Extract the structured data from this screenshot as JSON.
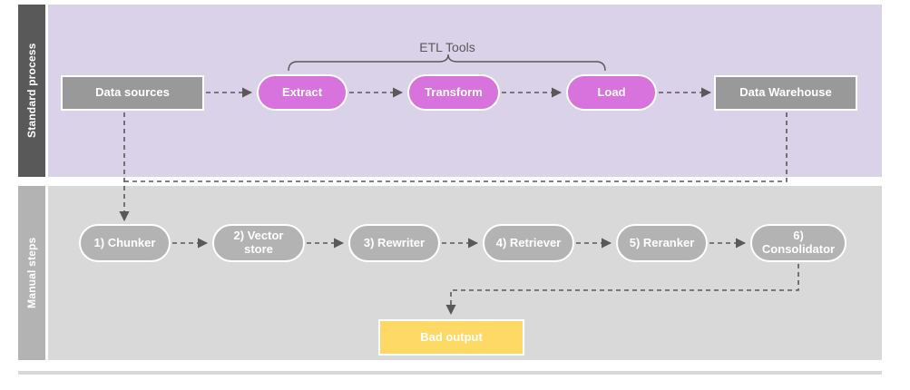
{
  "diagram": {
    "title": "ETL and manual RAG steps flow",
    "colors": {
      "lane_top_header_bg": "#595959",
      "lane_top_bg": "#d9d2e9",
      "lane_bottom_header_bg": "#b3b3b3",
      "lane_bottom_bg": "#d9d9d9",
      "gray_box": "#999999",
      "pink_pill": "#d873dd",
      "gray_pill": "#b3b3b3",
      "yellow_box": "#ffd966",
      "connector": "#595959",
      "node_text": "#ffffff"
    }
  },
  "lanes": [
    {
      "id": "standard-process",
      "label": "Standard process"
    },
    {
      "id": "manual-steps",
      "label": "Manual steps"
    }
  ],
  "annotations": {
    "etl_bracket_label": "ETL Tools"
  },
  "top_lane_nodes": [
    {
      "id": "data-sources",
      "label": "Data sources",
      "shape": "rect",
      "style": "gray"
    },
    {
      "id": "extract",
      "label": "Extract",
      "shape": "pill",
      "style": "pink"
    },
    {
      "id": "transform",
      "label": "Transform",
      "shape": "pill",
      "style": "pink"
    },
    {
      "id": "load",
      "label": "Load",
      "shape": "pill",
      "style": "pink"
    },
    {
      "id": "data-warehouse",
      "label": "Data Warehouse",
      "shape": "rect",
      "style": "gray"
    }
  ],
  "bottom_lane_nodes": [
    {
      "id": "chunker",
      "label": "1) Chunker",
      "shape": "pill",
      "style": "gray-pill"
    },
    {
      "id": "vector-store",
      "label": "2) Vector store",
      "shape": "pill",
      "style": "gray-pill"
    },
    {
      "id": "rewriter",
      "label": "3) Rewriter",
      "shape": "pill",
      "style": "gray-pill"
    },
    {
      "id": "retriever",
      "label": "4) Retriever",
      "shape": "pill",
      "style": "gray-pill"
    },
    {
      "id": "reranker",
      "label": "5) Reranker",
      "shape": "pill",
      "style": "gray-pill"
    },
    {
      "id": "consolidator",
      "label": "6) Consolidator",
      "shape": "pill",
      "style": "gray-pill"
    }
  ],
  "output_nodes": [
    {
      "id": "bad-output",
      "label": "Bad output",
      "shape": "rect",
      "style": "yellow"
    }
  ],
  "connections": [
    {
      "from": "data-sources",
      "to": "extract",
      "style": "dashed-arrow"
    },
    {
      "from": "extract",
      "to": "transform",
      "style": "dashed-arrow"
    },
    {
      "from": "transform",
      "to": "load",
      "style": "dashed-arrow"
    },
    {
      "from": "load",
      "to": "data-warehouse",
      "style": "dashed-arrow"
    },
    {
      "from": "data-sources",
      "to": "chunker",
      "style": "dashed-arrow"
    },
    {
      "from": "chunker",
      "to": "vector-store",
      "style": "dashed-arrow"
    },
    {
      "from": "vector-store",
      "to": "rewriter",
      "style": "dashed-arrow"
    },
    {
      "from": "rewriter",
      "to": "retriever",
      "style": "dashed-arrow"
    },
    {
      "from": "retriever",
      "to": "reranker",
      "style": "dashed-arrow"
    },
    {
      "from": "reranker",
      "to": "consolidator",
      "style": "dashed-arrow"
    },
    {
      "from": "consolidator",
      "to": "bad-output",
      "style": "dashed-arrow"
    },
    {
      "from": "data-warehouse",
      "to": "bad-output",
      "style": "dashed-line"
    }
  ]
}
